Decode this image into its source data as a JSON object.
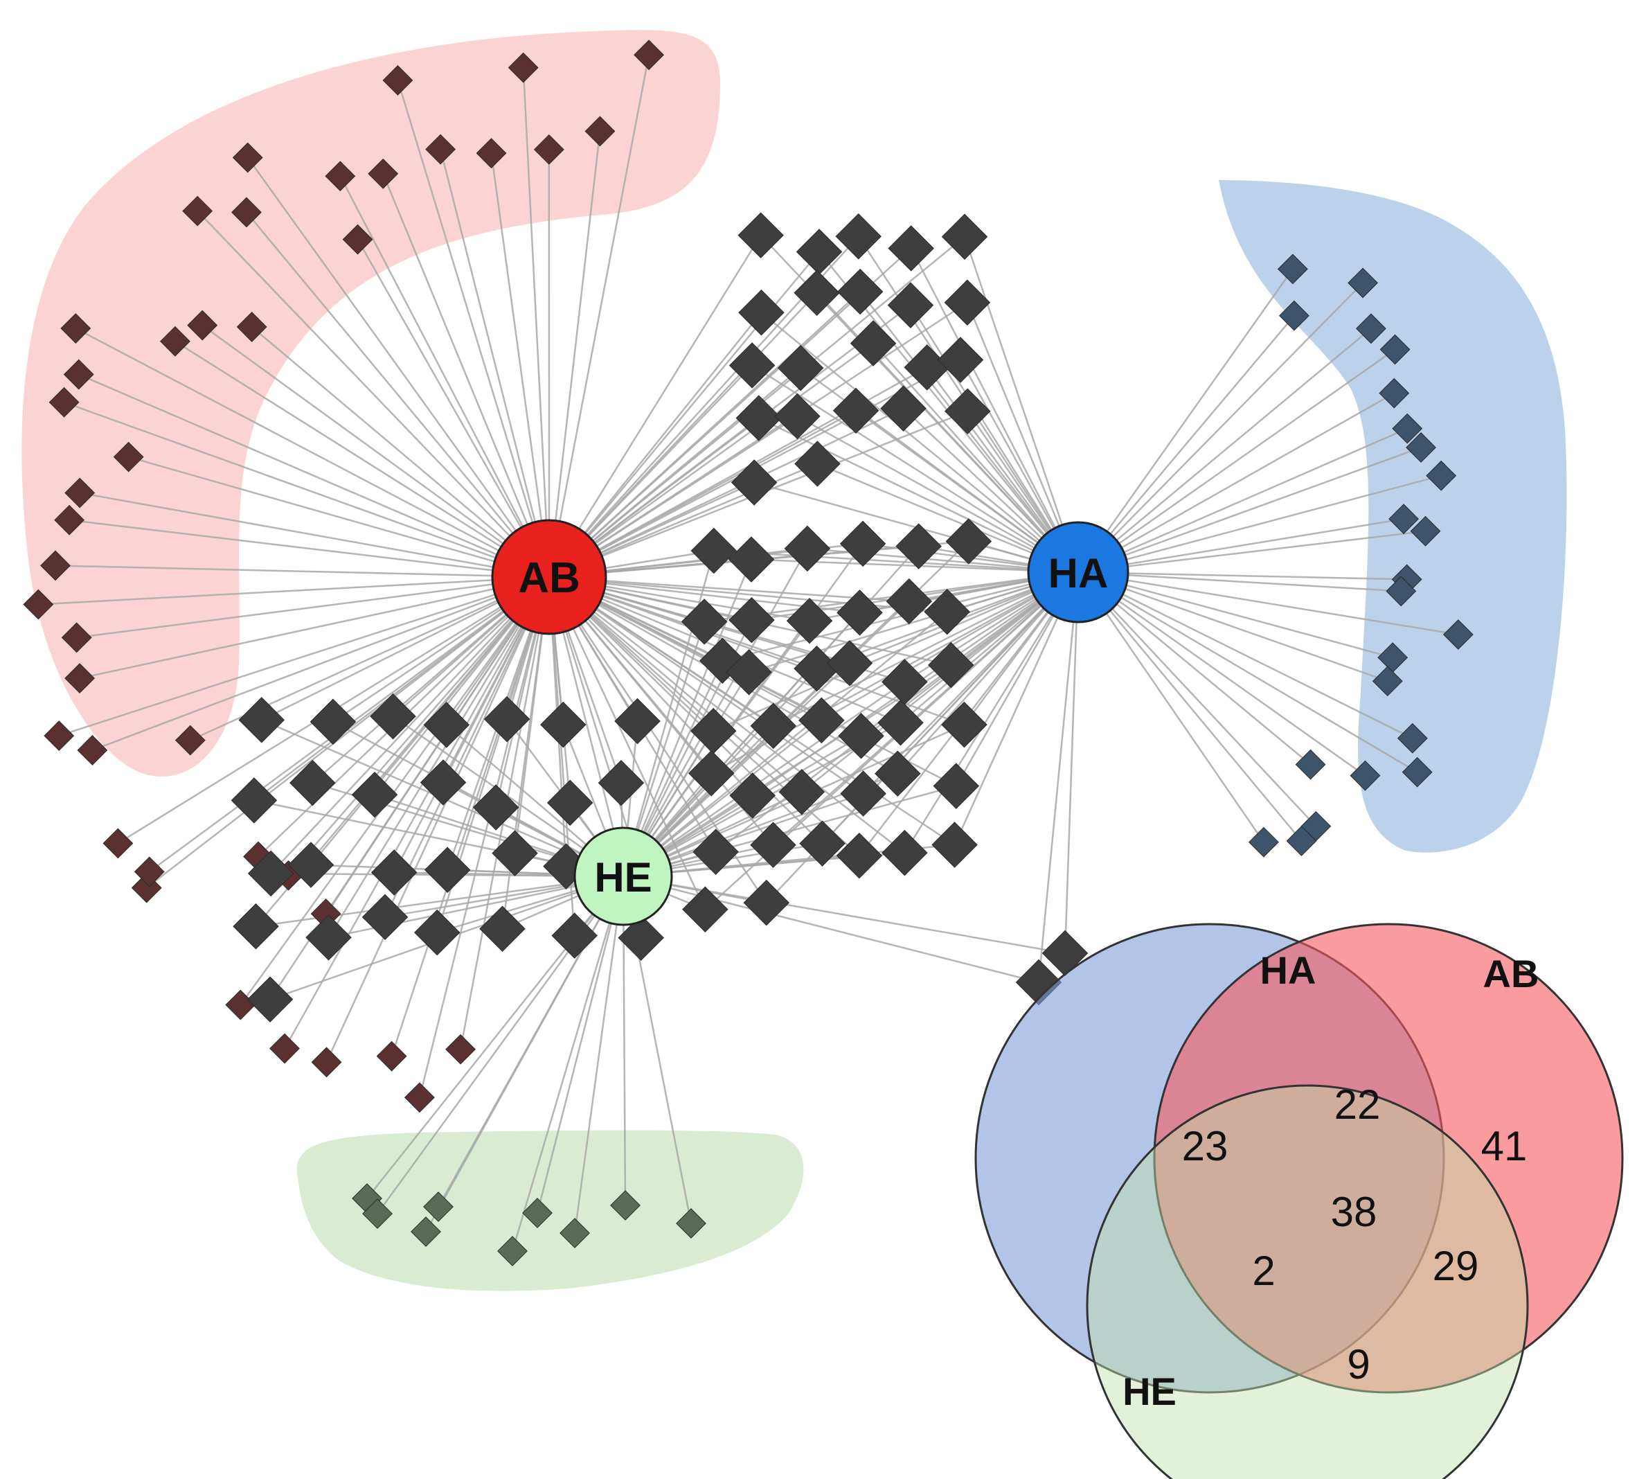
{
  "network": {
    "hubs": [
      {
        "id": "AB",
        "label": "AB",
        "color": "#e8211f"
      },
      {
        "id": "HA",
        "label": "HA",
        "color": "#1a78e0"
      },
      {
        "id": "HE",
        "label": "HE",
        "color": "#bff5c0"
      }
    ],
    "groups": {
      "AB_only": {
        "count": 41,
        "hubs": [
          "AB"
        ],
        "node_color": "#5b3030",
        "region_color": "#f9b6b6"
      },
      "HA_only": {
        "count": 23,
        "hubs": [
          "HA"
        ],
        "node_color": "#3d546b",
        "region_color": "#8fb4dc"
      },
      "HE_only": {
        "count": 9,
        "hubs": [
          "HE"
        ],
        "node_color": "#5c6b55",
        "region_color": "#c9e2bd"
      },
      "HA_AB": {
        "count": 22,
        "hubs": [
          "AB",
          "HA"
        ],
        "node_color": "#3e3e3e"
      },
      "AB_HE": {
        "count": 29,
        "hubs": [
          "AB",
          "HE"
        ],
        "node_color": "#3e3e3e"
      },
      "HA_HE": {
        "count": 2,
        "hubs": [
          "HA",
          "HE"
        ],
        "node_color": "#3e3e3e"
      },
      "all_three": {
        "count": 38,
        "hubs": [
          "AB",
          "HA",
          "HE"
        ],
        "node_color": "#3e3e3e"
      }
    },
    "edge_color": "#a8a8a8"
  },
  "venn": {
    "sets": [
      {
        "id": "HA",
        "label": "HA",
        "fill": "#7f9fd8"
      },
      {
        "id": "AB",
        "label": "AB",
        "fill": "#f7595f"
      },
      {
        "id": "HE",
        "label": "HE",
        "fill": "#bfe0a6"
      }
    ],
    "regions": {
      "HA_only": "23",
      "HA_AB": "22",
      "AB_only": "41",
      "all_three": "38",
      "HA_HE": "2",
      "AB_HE": "29",
      "HE_only": "9"
    }
  }
}
